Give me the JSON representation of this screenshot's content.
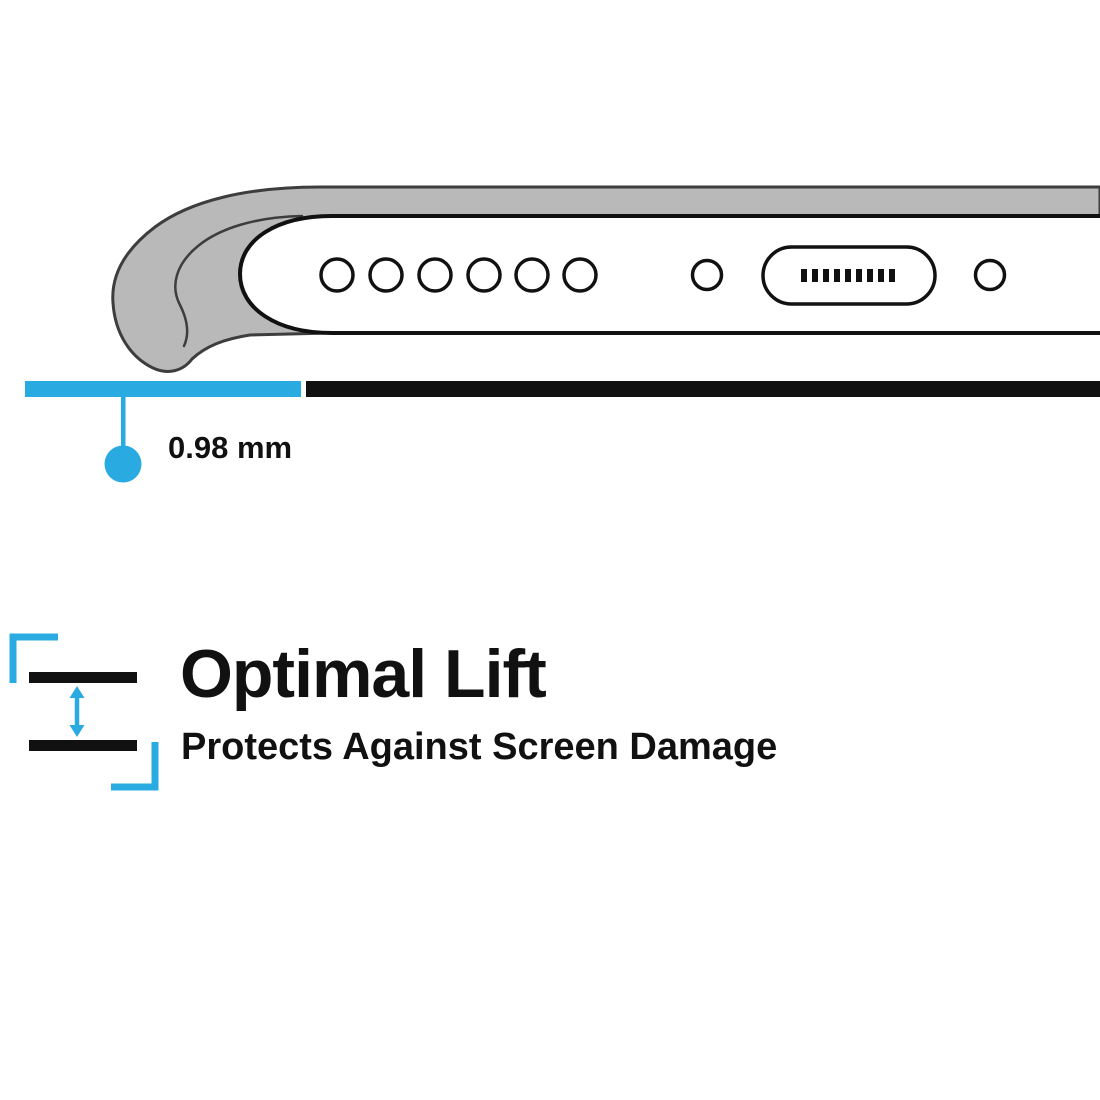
{
  "colors": {
    "background": "#ffffff",
    "accent_cyan": "#29ABE2",
    "ink_black": "#111111",
    "case_gray": "#b9b9b9",
    "case_outline": "#3d3d3d",
    "phone_white": "#ffffff"
  },
  "diagram": {
    "name": "phone-case-bottom-edge-cross-section",
    "measurement_label": "0.98 mm",
    "parts": [
      "case-lip-icon",
      "phone-body",
      "speaker-holes-icon",
      "microphone-hole-icon",
      "charging-port-icon",
      "lift-gap-accent-line",
      "surface-line"
    ]
  },
  "feature": {
    "icon": "lift-gap-icon",
    "title": "Optimal Lift",
    "subtitle": "Protects Against Screen Damage"
  }
}
